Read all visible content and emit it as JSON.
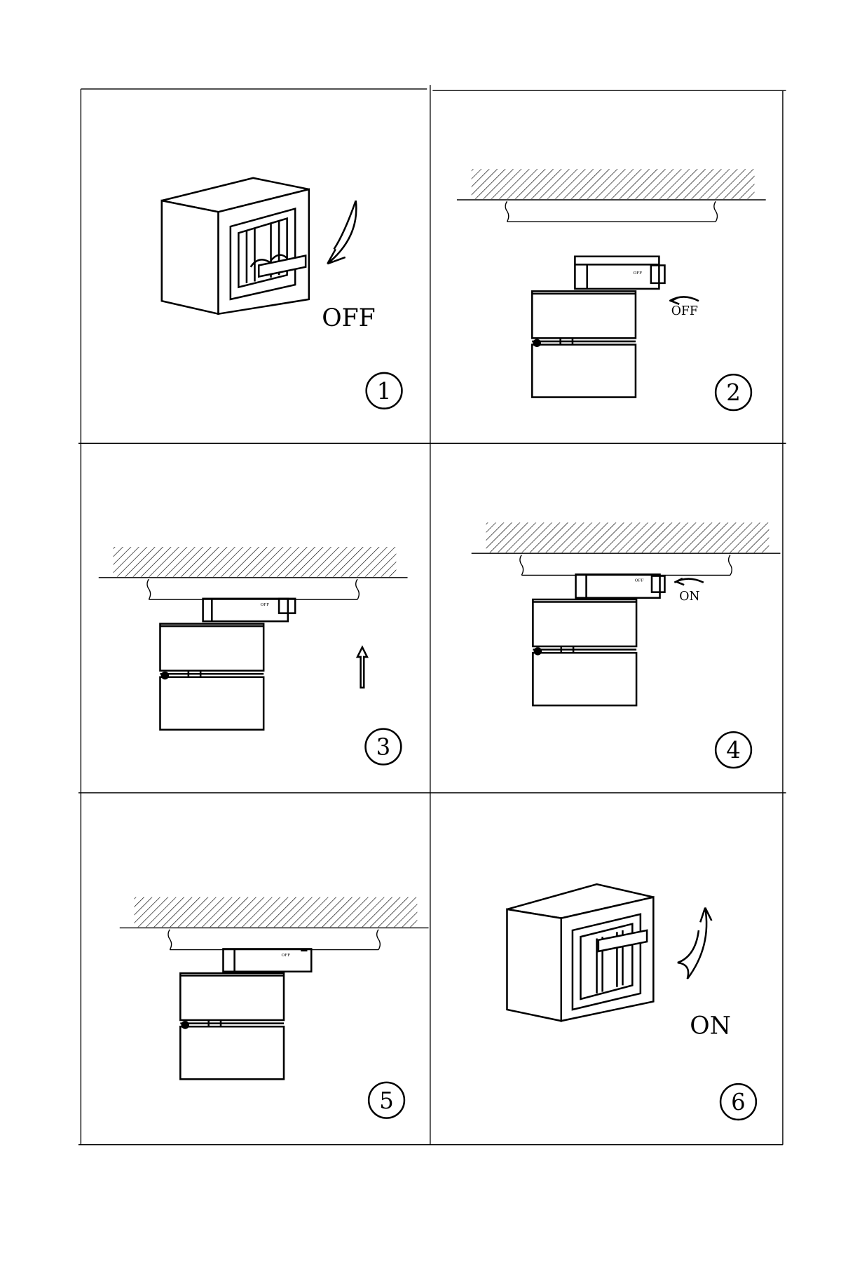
{
  "steps": [
    {
      "number": "1",
      "label": "OFF"
    },
    {
      "number": "2",
      "label": "OFF",
      "device_label": "OFF"
    },
    {
      "number": "3",
      "device_label": "OFF"
    },
    {
      "number": "4",
      "label": "ON",
      "device_label": "OFF"
    },
    {
      "number": "5",
      "device_label": "OFF"
    },
    {
      "number": "6",
      "label": "ON"
    }
  ]
}
